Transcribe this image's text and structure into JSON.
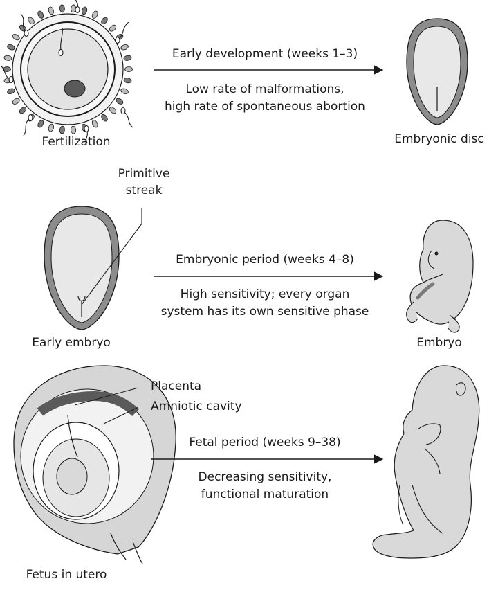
{
  "stage1": {
    "left_label": "Fertilization",
    "right_label": "Embryonic disc",
    "arrow_label": "Early development (weeks 1–3)",
    "desc_line1": "Low rate of malformations,",
    "desc_line2": "high rate of spontaneous abortion"
  },
  "stage2": {
    "callout_line1": "Primitive",
    "callout_line2": "streak",
    "left_label": "Early embryo",
    "right_label": "Embryo",
    "arrow_label": "Embryonic period (weeks 4–8)",
    "desc_line1": "High sensitivity; every organ",
    "desc_line2": "system has its own sensitive phase"
  },
  "stage3": {
    "callout_placenta": "Placenta",
    "callout_amniotic": "Amniotic cavity",
    "left_label": "Fetus in utero",
    "arrow_label": "Fetal period (weeks 9–38)",
    "desc_line1": "Decreasing sensitivity,",
    "desc_line2": "functional maturation"
  },
  "colors": {
    "line": "#1a1a1a",
    "fill_light": "#e6e6e6",
    "fill_mid": "#bdbdbd",
    "fill_dark": "#7a7a7a"
  }
}
